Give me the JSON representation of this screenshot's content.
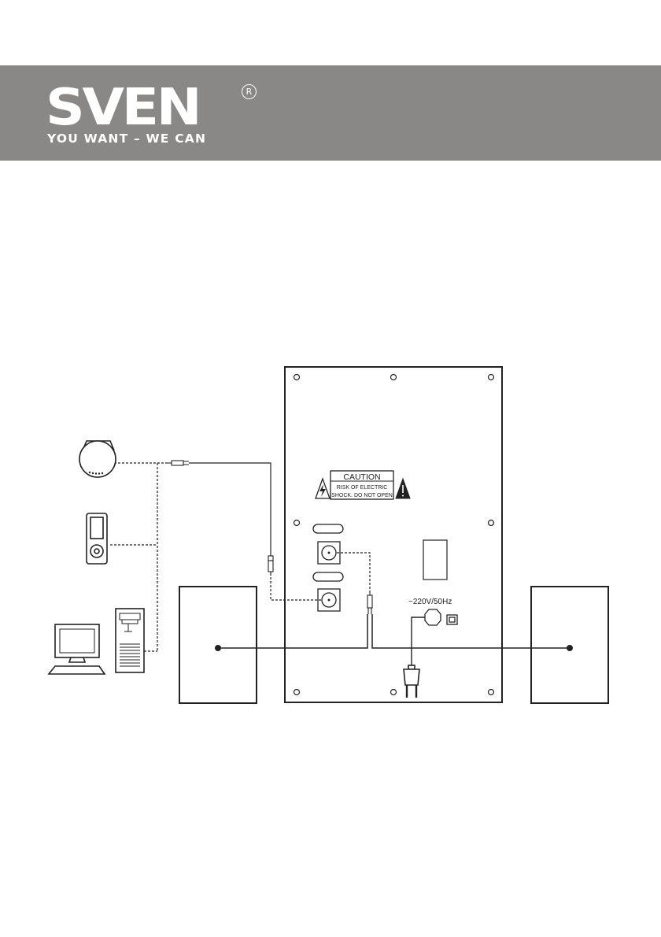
{
  "header": {
    "brand": "SVEN",
    "registered_mark": "R",
    "slogan": "YOU WANT – WE CAN",
    "background_color": "#8a8787"
  },
  "diagram": {
    "caution_title": "CAUTION",
    "caution_line1": "RISK OF ELECTRIC",
    "caution_line2": "SHOCK. DO NOT OPEN",
    "power_label": "~220V/50Hz",
    "line_color": "#222222"
  }
}
